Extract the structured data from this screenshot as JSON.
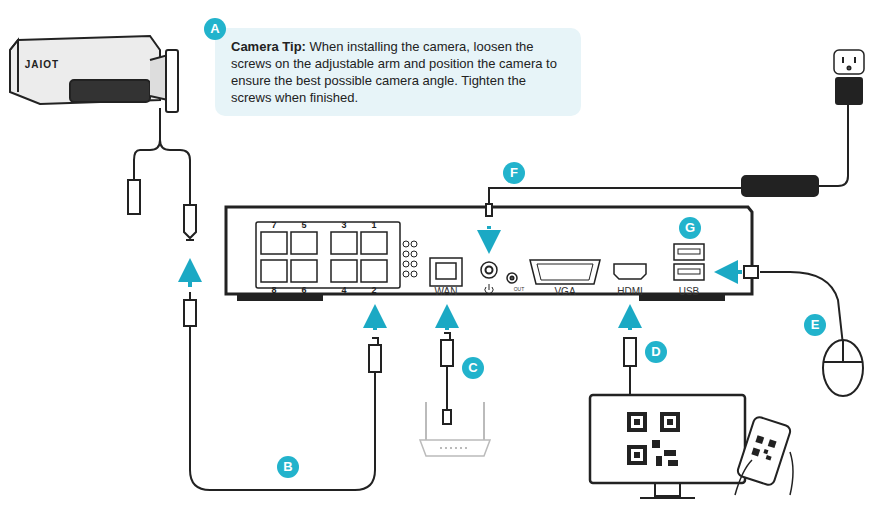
{
  "diagram": {
    "nodes": [
      {
        "text": [
          "Camera Tip:",
          "When installing the camera, loosen the screws on the adjustable arm and position the camera to ensure the best possible camera angle. Tighten the screws when finished."
        ]
      }
    ],
    "labels": [
      "A",
      "JAIOT",
      "7",
      "5",
      "3",
      "1",
      "8",
      "6",
      "4",
      "2",
      "WAN",
      "OUT",
      "VGA",
      "HDMI",
      "USB",
      "B",
      "C",
      "D",
      "E",
      "F",
      "G"
    ]
  }
}
